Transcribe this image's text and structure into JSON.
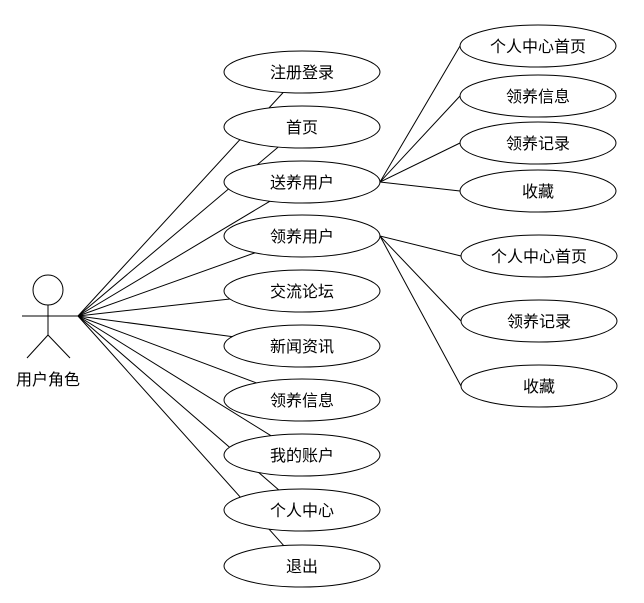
{
  "actor": {
    "label": "用户角色"
  },
  "use_cases": [
    {
      "id": "register-login",
      "label": "注册登录"
    },
    {
      "id": "home",
      "label": "首页"
    },
    {
      "id": "sender-user",
      "label": "送养用户"
    },
    {
      "id": "adopter-user",
      "label": "领养用户"
    },
    {
      "id": "forum",
      "label": "交流论坛"
    },
    {
      "id": "news",
      "label": "新闻资讯"
    },
    {
      "id": "adopt-info",
      "label": "领养信息"
    },
    {
      "id": "my-account",
      "label": "我的账户"
    },
    {
      "id": "personal-center",
      "label": "个人中心"
    },
    {
      "id": "logout",
      "label": "退出"
    }
  ],
  "sender_children": [
    {
      "id": "sender-personal-home",
      "label": "个人中心首页"
    },
    {
      "id": "sender-adopt-info",
      "label": "领养信息"
    },
    {
      "id": "sender-adopt-records",
      "label": "领养记录"
    },
    {
      "id": "sender-favorites",
      "label": "收藏"
    }
  ],
  "adopter_children": [
    {
      "id": "adopter-personal-home",
      "label": "个人中心首页"
    },
    {
      "id": "adopter-adopt-records",
      "label": "领养记录"
    },
    {
      "id": "adopter-favorites",
      "label": "收藏"
    }
  ]
}
